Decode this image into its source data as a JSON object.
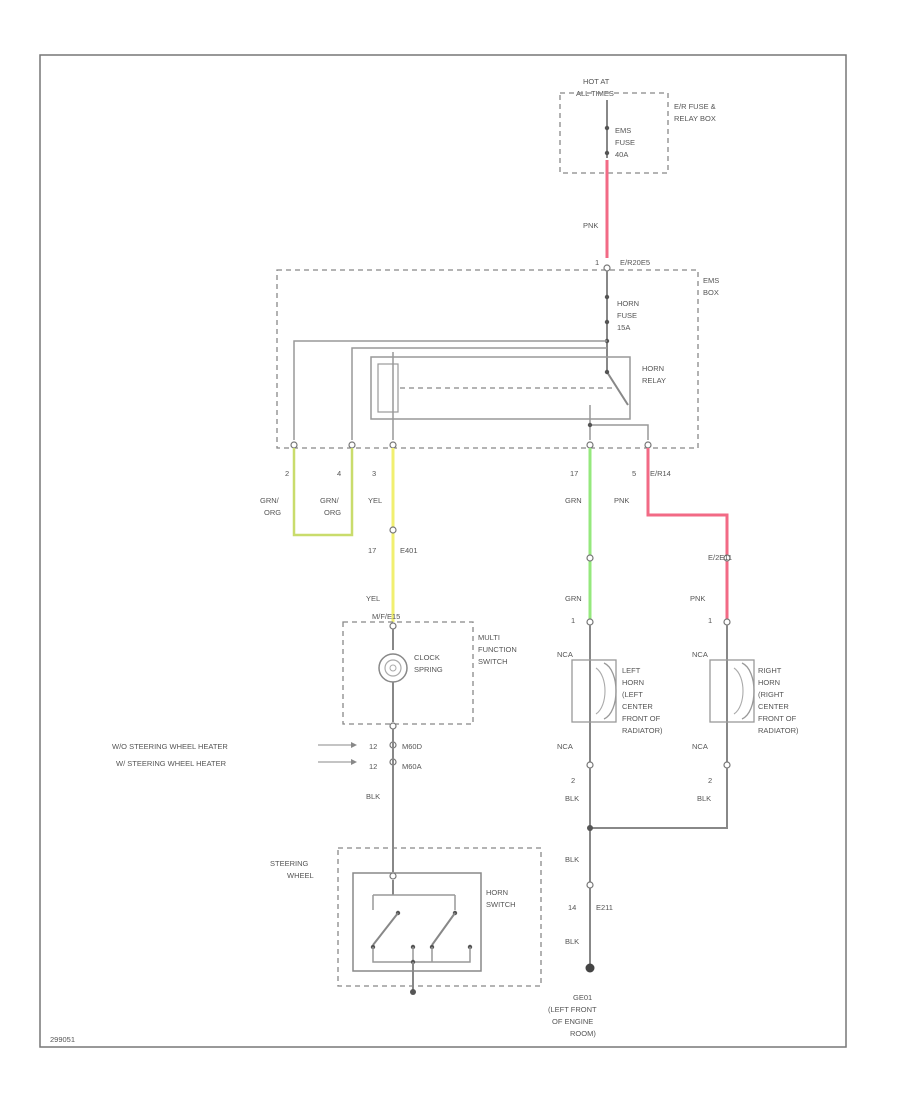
{
  "power": {
    "l1": "HOT AT",
    "l2": "ALL TIMES"
  },
  "fuse_box": {
    "l1": "E/R FUSE &",
    "l2": "RELAY BOX"
  },
  "fuse_main": {
    "l1": "EMS",
    "l2": "FUSE",
    "l3": "40A"
  },
  "wire_pnk_1": "PNK",
  "conn_top": {
    "pin": "1",
    "id": "E/R20E5"
  },
  "ems_box": {
    "l1": "EMS",
    "l2": "BOX"
  },
  "horn_fuse": {
    "l1": "HORN",
    "l2": "FUSE",
    "l3": "15A"
  },
  "horn_relay": {
    "l1": "HORN",
    "l2": "RELAY"
  },
  "pins": {
    "p2": "2",
    "p4": "4",
    "p3": "3",
    "p17": "17",
    "p5": "5"
  },
  "wires": {
    "grn_org_1a": "GRN/",
    "grn_org_1b": "ORG",
    "grn_org_2a": "GRN/",
    "grn_org_2b": "ORG",
    "yel_1": "YEL",
    "yel_2": "YEL",
    "grn_1": "GRN",
    "grn_2": "GRN",
    "pnk_2": "PNK",
    "pnk_3": "PNK",
    "nca_1": "NCA",
    "nca_2": "NCA",
    "nca_3": "NCA",
    "nca_4": "NCA",
    "blk_1": "BLK",
    "blk_2": "BLK",
    "blk_3": "BLK",
    "blk_4": "BLK",
    "blk_5": "BLK"
  },
  "conn_er14": "E/R14",
  "conn_e401": {
    "pin": "17",
    "id": "E401"
  },
  "conn_mf": "M/F/E15",
  "conn_e211": "E/2E11",
  "multi_switch": {
    "l1": "MULTI",
    "l2": "FUNCTION",
    "l3": "SWITCH"
  },
  "clock_spring": {
    "l1": "CLOCK",
    "l2": "SPRING"
  },
  "left_horn": {
    "l1": "LEFT",
    "l2": "HORN",
    "l3": "(LEFT",
    "l4": "CENTER",
    "l5": "FRONT OF",
    "l6": "RADIATOR)"
  },
  "right_horn": {
    "l1": "RIGHT",
    "l2": "HORN",
    "l3": "(RIGHT",
    "l4": "CENTER",
    "l5": "FRONT OF",
    "l6": "RADIATOR)"
  },
  "horn_pins": {
    "l_top": "1",
    "l_bot": "2",
    "r_top": "1",
    "r_bot": "2"
  },
  "heater_1": "W/O STEERING WHEEL HEATER",
  "heater_2": "W/ STEERING WHEEL HEATER",
  "conn_m60": {
    "pin": "12",
    "id": "M60D"
  },
  "conn_m60a": {
    "pin": "12",
    "id": "M60A"
  },
  "steering_wheel": {
    "l1": "STEERING",
    "l2": "WHEEL"
  },
  "horn_switch": {
    "l1": "HORN",
    "l2": "SWITCH"
  },
  "conn_e211b": {
    "pin": "14",
    "id": "E211"
  },
  "ground": {
    "l1": "GE01",
    "l2": "(LEFT FRONT",
    "l3": "OF ENGINE",
    "l4": "ROOM)"
  },
  "footer_code": "299051",
  "colors": {
    "pnk": "#f26a85",
    "yel": "#f1ef70",
    "grn": "#95e87d",
    "grn_org": "#c9dc6c",
    "wire": "#8b8b8b"
  }
}
